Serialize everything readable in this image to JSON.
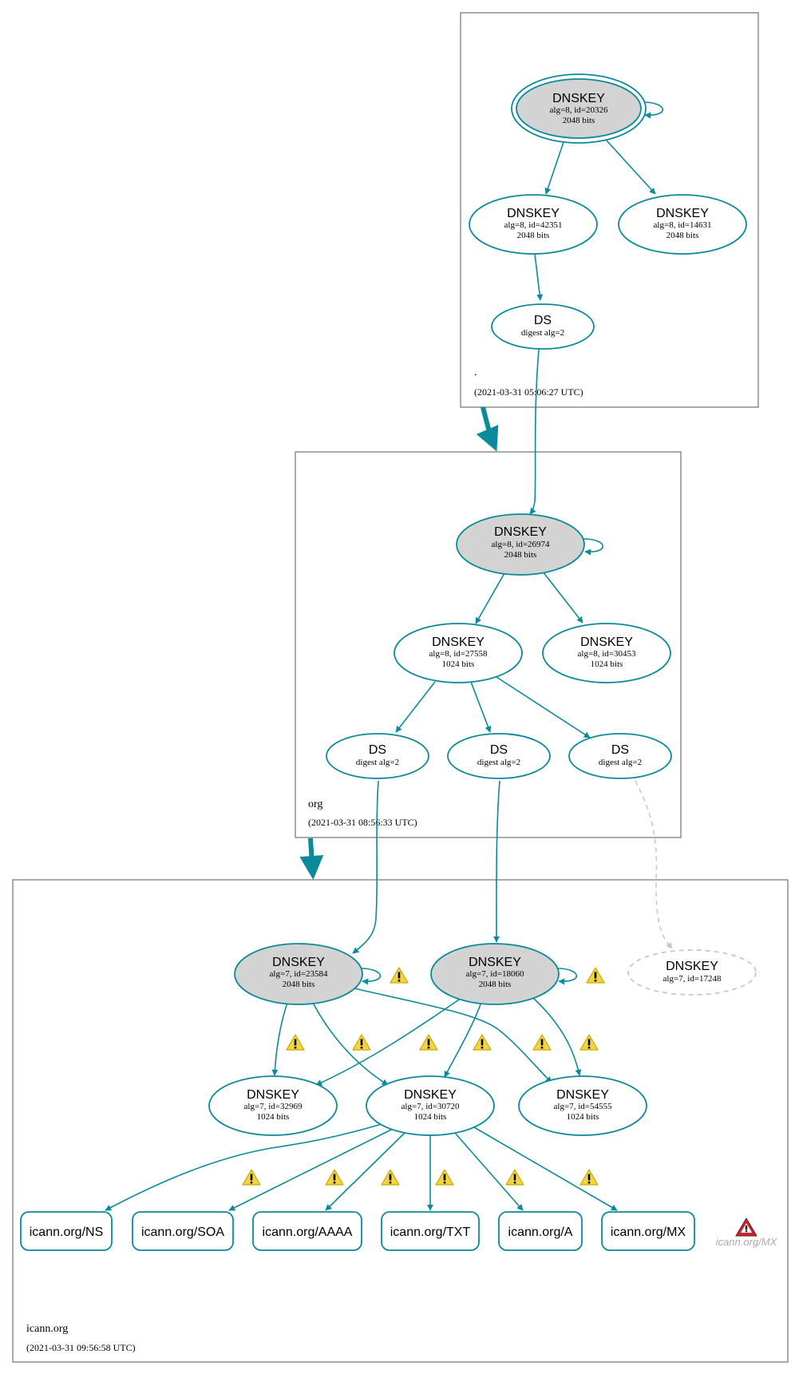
{
  "zones": {
    "root": {
      "name": ".",
      "timestamp": "(2021-03-31 05:06:27 UTC)"
    },
    "org": {
      "name": "org",
      "timestamp": "(2021-03-31 08:56:33 UTC)"
    },
    "icann": {
      "name": "icann.org",
      "timestamp": "(2021-03-31 09:56:58 UTC)"
    }
  },
  "nodes": {
    "root_ksk": {
      "title": "DNSKEY",
      "line1": "alg=8, id=20326",
      "line2": "2048 bits"
    },
    "root_zsk1": {
      "title": "DNSKEY",
      "line1": "alg=8, id=42351",
      "line2": "2048 bits"
    },
    "root_zsk2": {
      "title": "DNSKEY",
      "line1": "alg=8, id=14631",
      "line2": "2048 bits"
    },
    "root_ds": {
      "title": "DS",
      "line1": "digest alg=2"
    },
    "org_ksk": {
      "title": "DNSKEY",
      "line1": "alg=8, id=26974",
      "line2": "2048 bits"
    },
    "org_zsk1": {
      "title": "DNSKEY",
      "line1": "alg=8, id=27558",
      "line2": "1024 bits"
    },
    "org_zsk2": {
      "title": "DNSKEY",
      "line1": "alg=8, id=30453",
      "line2": "1024 bits"
    },
    "org_ds1": {
      "title": "DS",
      "line1": "digest alg=2"
    },
    "org_ds2": {
      "title": "DS",
      "line1": "digest alg=2"
    },
    "org_ds3": {
      "title": "DS",
      "line1": "digest alg=2"
    },
    "icann_ksk1": {
      "title": "DNSKEY",
      "line1": "alg=7, id=23584",
      "line2": "2048 bits"
    },
    "icann_ksk2": {
      "title": "DNSKEY",
      "line1": "alg=7, id=18060",
      "line2": "2048 bits"
    },
    "icann_missing": {
      "title": "DNSKEY",
      "line1": "alg=7, id=17248"
    },
    "icann_zsk1": {
      "title": "DNSKEY",
      "line1": "alg=7, id=32969",
      "line2": "1024 bits"
    },
    "icann_zsk2": {
      "title": "DNSKEY",
      "line1": "alg=7, id=30720",
      "line2": "1024 bits"
    },
    "icann_zsk3": {
      "title": "DNSKEY",
      "line1": "alg=7, id=54555",
      "line2": "1024 bits"
    }
  },
  "rrsets": {
    "ns": "icann.org/NS",
    "soa": "icann.org/SOA",
    "aaaa": "icann.org/AAAA",
    "txt": "icann.org/TXT",
    "a": "icann.org/A",
    "mx": "icann.org/MX"
  },
  "error_rrset": {
    "label": "icann.org/MX",
    "icon": "error-triangle-icon"
  },
  "icons": {
    "warning": "warning-triangle-icon",
    "error": "error-triangle-icon"
  },
  "colors": {
    "edge": "#0a8a9a",
    "sep_fill": "#d3d3d3",
    "dashed": "#c8c8c8",
    "warning_fill": "#f5d442",
    "error_fill": "#c0262d"
  }
}
